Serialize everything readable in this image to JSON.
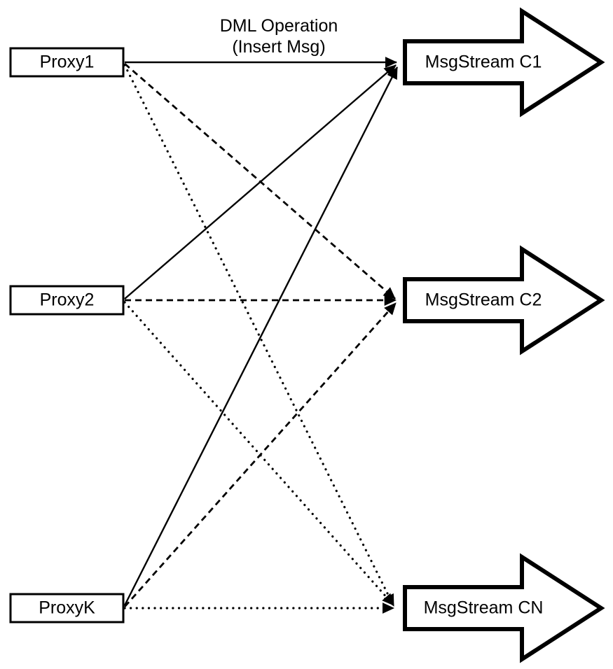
{
  "diagram": {
    "title": "Proxy to MsgStream fan-out diagram",
    "background_color": "#ffffff",
    "stroke_color": "#000000",
    "edge_caption": {
      "line1": "DML Operation",
      "line2": "(Insert Msg)"
    },
    "sources": [
      {
        "id": "proxy1",
        "label": "Proxy1"
      },
      {
        "id": "proxy2",
        "label": "Proxy2"
      },
      {
        "id": "proxyK",
        "label": "ProxyK"
      }
    ],
    "targets": [
      {
        "id": "c1",
        "label": "MsgStream C1"
      },
      {
        "id": "c2",
        "label": "MsgStream C2"
      },
      {
        "id": "cn",
        "label": "MsgStream CN"
      }
    ],
    "edges": [
      {
        "from": "proxy1",
        "to": "c1",
        "style": "solid"
      },
      {
        "from": "proxy1",
        "to": "c2",
        "style": "dashed"
      },
      {
        "from": "proxy1",
        "to": "cn",
        "style": "dotted"
      },
      {
        "from": "proxy2",
        "to": "c1",
        "style": "solid"
      },
      {
        "from": "proxy2",
        "to": "c2",
        "style": "dashed"
      },
      {
        "from": "proxy2",
        "to": "cn",
        "style": "dotted"
      },
      {
        "from": "proxyK",
        "to": "c1",
        "style": "solid"
      },
      {
        "from": "proxyK",
        "to": "c2",
        "style": "dashed"
      },
      {
        "from": "proxyK",
        "to": "cn",
        "style": "dotted"
      }
    ]
  }
}
